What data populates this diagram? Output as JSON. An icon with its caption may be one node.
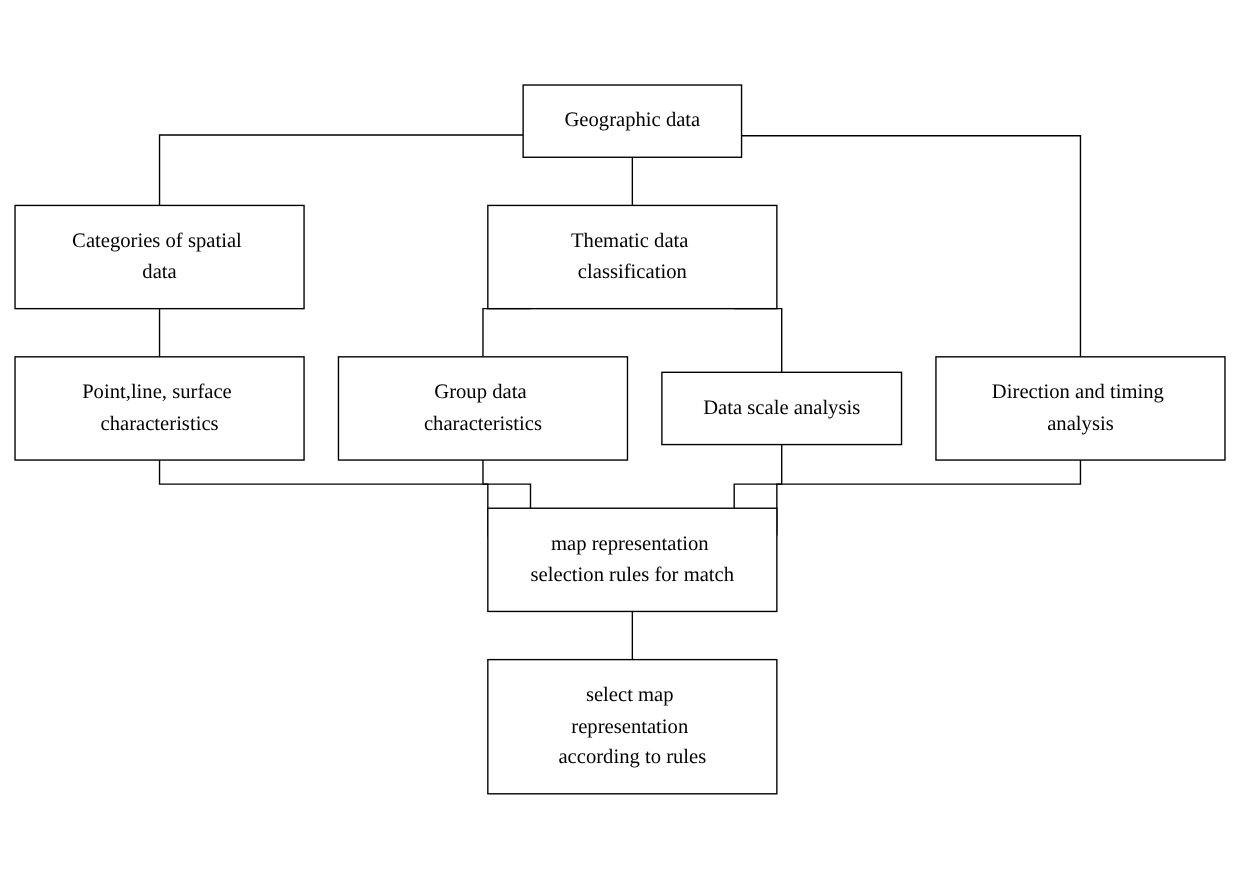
{
  "diagram": {
    "nodes": [
      {
        "text": [
          "Geographic data"
        ]
      },
      {
        "text": [
          "Categories of spatial data"
        ]
      },
      {
        "text": [
          "Thematic data classification"
        ]
      },
      {
        "text": [
          "Point,line, surface characteristics"
        ]
      },
      {
        "text": [
          "Group data characteristics"
        ]
      },
      {
        "text": [
          "Data scale analysis"
        ]
      },
      {
        "text": [
          "Direction and timing analysis"
        ]
      },
      {
        "text": [
          "map representation selection rules for match"
        ]
      },
      {
        "text": [
          "select map representation according to rules"
        ]
      }
    ],
    "edges": [
      {
        "from": 0,
        "to": 1,
        "arrow": "none"
      },
      {
        "from": 0,
        "to": 2,
        "arrow": "none"
      },
      {
        "from": 0,
        "to": 6,
        "arrow": "none"
      },
      {
        "from": 1,
        "to": 3,
        "arrow": "none"
      },
      {
        "from": 2,
        "to": 4,
        "arrow": "none"
      },
      {
        "from": 2,
        "to": 5,
        "arrow": "none"
      },
      {
        "from": 3,
        "to": 7,
        "arrow": "none"
      },
      {
        "from": 4,
        "to": 7,
        "arrow": "none"
      },
      {
        "from": 5,
        "to": 7,
        "arrow": "none"
      },
      {
        "from": 6,
        "to": 7,
        "arrow": "none"
      },
      {
        "from": 7,
        "to": 8,
        "arrow": "none"
      }
    ]
  }
}
